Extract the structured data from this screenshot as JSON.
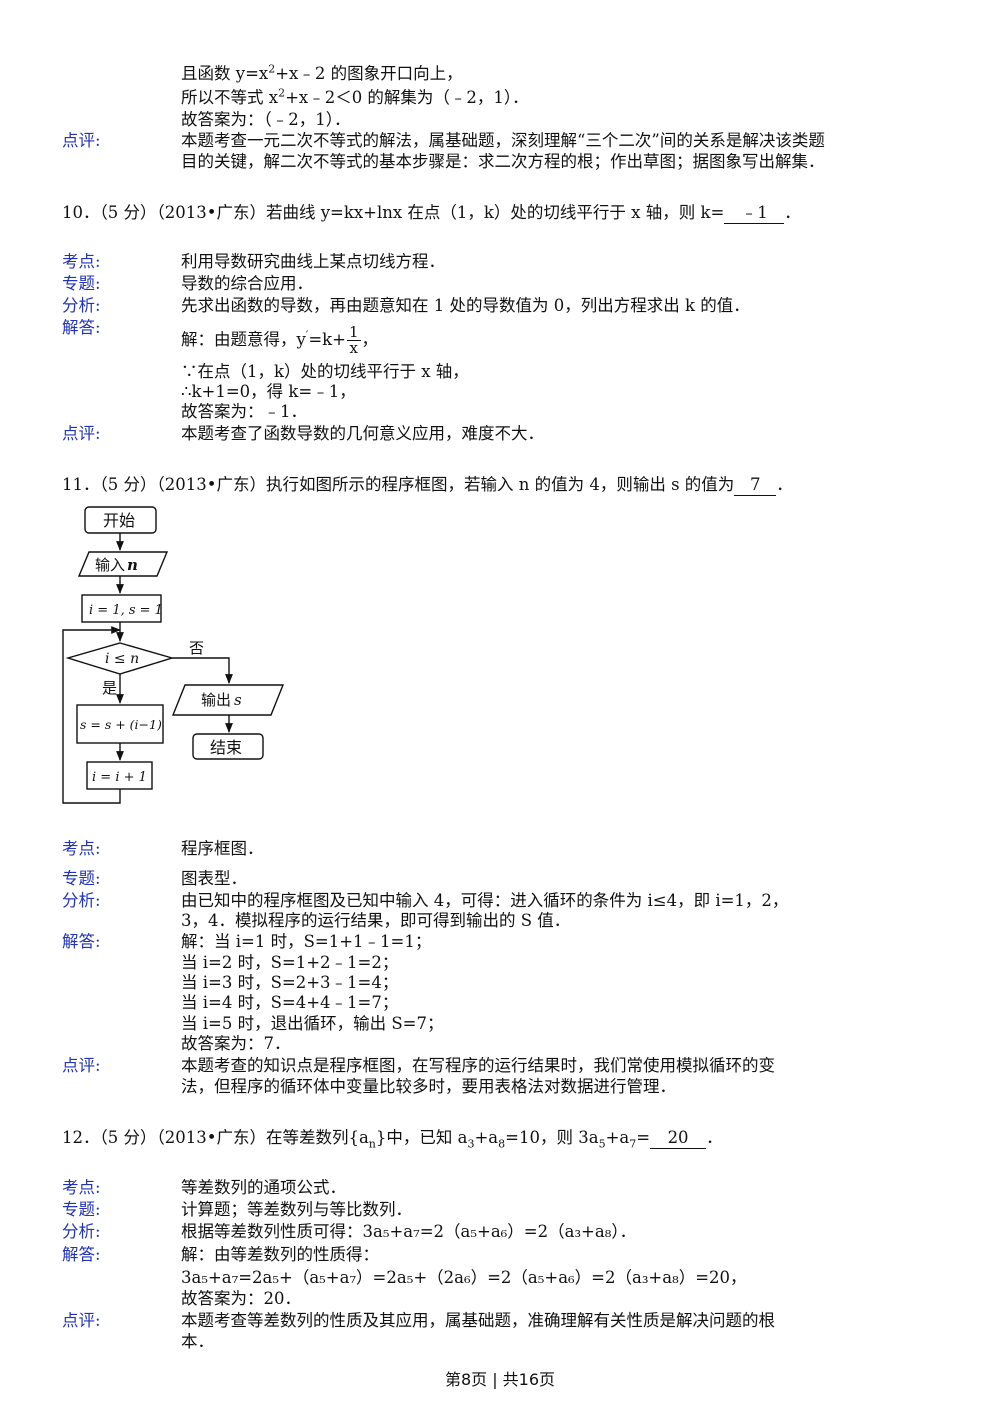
{
  "prev": {
    "line1_pre": "且函数 y=x",
    "line1_sup": "2",
    "line1_post": "+x﹣2 的图象开口向上，",
    "line2_pre": "所以不等式 x",
    "line2_sup": "2",
    "line2_post": "+x﹣2＜0 的解集为（﹣2，1）．",
    "line3": "故答案为：（﹣2，1）．",
    "comment_label": "点评:",
    "comment_1": "本题考查一元二次不等式的解法，属基础题，深刻理解“三个二次”间的关系是解决该类题",
    "comment_2": "目的关键，解二次不等式的基本步骤是：求二次方程的根；作出草图；据图象写出解集．"
  },
  "q10": {
    "stem_pre": "10．（5 分）（2013•广东）若曲线 y=kx+lnx 在点（1，k）处的切线平行于 x 轴，则 k=",
    "answer": "﹣1",
    "stem_post": "．",
    "label_kaodian": "考点:",
    "kaodian": "利用导数研究曲线上某点切线方程．",
    "label_zhuanti": "专题:",
    "zhuanti": "导数的综合应用．",
    "label_fenxi": "分析:",
    "fenxi": "先求出函数的导数，再由题意知在 1 处的导数值为 0，列出方程求出 k 的值．",
    "label_jieda": "解答:",
    "sol1_pre": "解：由题意得，y",
    "sol1_prime": "′",
    "sol1_mid": "=k+",
    "sol1_num": "1",
    "sol1_den": "x",
    "sol1_post": "，",
    "sol2": "∵在点（1，k）处的切线平行于 x 轴，",
    "sol3": "∴k+1=0，得 k=﹣1，",
    "sol4": "故答案为：﹣1．",
    "label_dianping": "点评:",
    "dianping": "本题考查了函数导数的几何意义应用，难度不大．"
  },
  "q11": {
    "stem_pre": "11．（5 分）（2013•广东）执行如图所示的程序框图，若输入 n 的值为 4，则输出 s 的值为",
    "answer": "7",
    "stem_post": "．",
    "flow": {
      "start": "开始",
      "input": "输入",
      "input_var": "n",
      "init": "i = 1, s = 1",
      "cond": "i ≤ n",
      "no": "否",
      "yes": "是",
      "assign_s": "s = s + (i−1)",
      "assign_i": "i = i + 1",
      "output": "输出",
      "output_var": "s",
      "end": "结束"
    },
    "label_kaodian": "考点:",
    "kaodian": "程序框图．",
    "label_zhuanti": "专题:",
    "zhuanti": "图表型．",
    "label_fenxi": "分析:",
    "fenxi_1": "由已知中的程序框图及已知中输入 4，可得：进入循环的条件为 i≤4，即 i=1，2，",
    "fenxi_2": "3，4．模拟程序的运行结果，即可得到输出的 S 值．",
    "label_jieda": "解答:",
    "sol1": "解：当 i=1 时，S=1+1﹣1=1；",
    "sol2": "当 i=2 时，S=1+2﹣1=2；",
    "sol3": "当 i=3 时，S=2+3﹣1=4；",
    "sol4": "当 i=4 时，S=4+4﹣1=7；",
    "sol5": "当 i=5 时，退出循环，输出 S=7；",
    "sol6": "故答案为：7．",
    "label_dianping": "点评:",
    "dianping_1": "本题考查的知识点是程序框图，在写程序的运行结果时，我们常使用模拟循环的变",
    "dianping_2": "法，但程序的循环体中变量比较多时，要用表格法对数据进行管理．"
  },
  "q12": {
    "stem_a": "12．（5 分）（2013•广东）在等差数列{a",
    "stem_b": "n",
    "stem_c": "}中，已知 a",
    "stem_d": "3",
    "stem_e": "+a",
    "stem_f": "8",
    "stem_g": "=10，则 3a",
    "stem_h": "5",
    "stem_i": "+a",
    "stem_j": "7",
    "stem_k": "=",
    "answer": "20",
    "stem_post": "．",
    "label_kaodian": "考点:",
    "kaodian": "等差数列的通项公式．",
    "label_zhuanti": "专题:",
    "zhuanti": "计算题；等差数列与等比数列．",
    "label_fenxi": "分析:",
    "fenxi": "根据等差数列性质可得：3a₅+a₇=2（a₅+a₆）=2（a₃+a₈）．",
    "label_jieda": "解答:",
    "sol1": "解：由等差数列的性质得：",
    "sol2": "3a₅+a₇=2a₅+（a₅+a₇）=2a₅+（2a₆）=2（a₅+a₆）=2（a₃+a₈）=20，",
    "sol3": "故答案为：20．",
    "label_dianping": "点评:",
    "dianping_1": "本题考查等差数列的性质及其应用，属基础题，准确理解有关性质是解决问题的根",
    "dianping_2": "本．"
  },
  "footer": "第8页 | 共16页"
}
